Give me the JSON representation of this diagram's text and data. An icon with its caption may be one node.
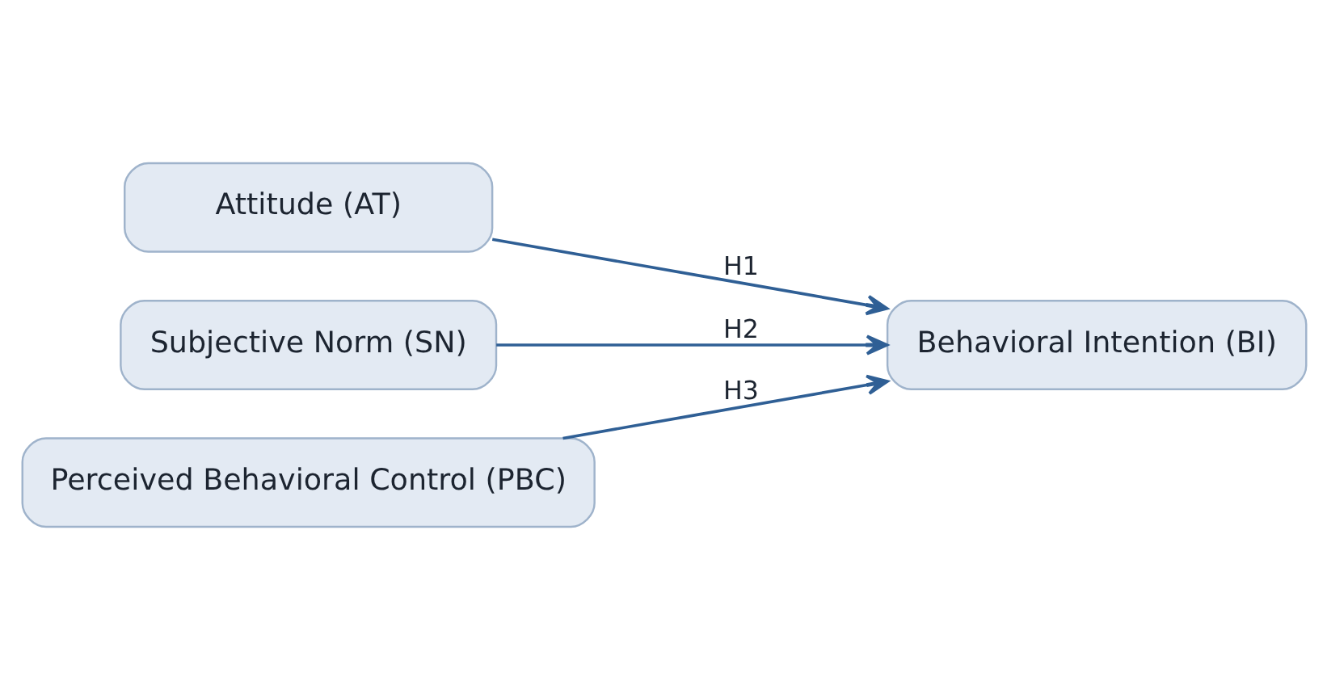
{
  "diagram": {
    "nodes": [
      {
        "text": [
          "Attitude (AT)"
        ]
      },
      {
        "text": [
          "Subjective Norm (SN)"
        ]
      },
      {
        "text": [
          "Perceived Behavioral Control (PBC)"
        ]
      },
      {
        "text": [
          "Behavioral Intention (BI)"
        ]
      }
    ],
    "edges": [
      {
        "from": 0,
        "to": 3,
        "arrow": "to",
        "label": "H1"
      },
      {
        "from": 1,
        "to": 3,
        "arrow": "to",
        "label": "H2"
      },
      {
        "from": 2,
        "to": 3,
        "arrow": "to",
        "label": "H3"
      }
    ]
  }
}
